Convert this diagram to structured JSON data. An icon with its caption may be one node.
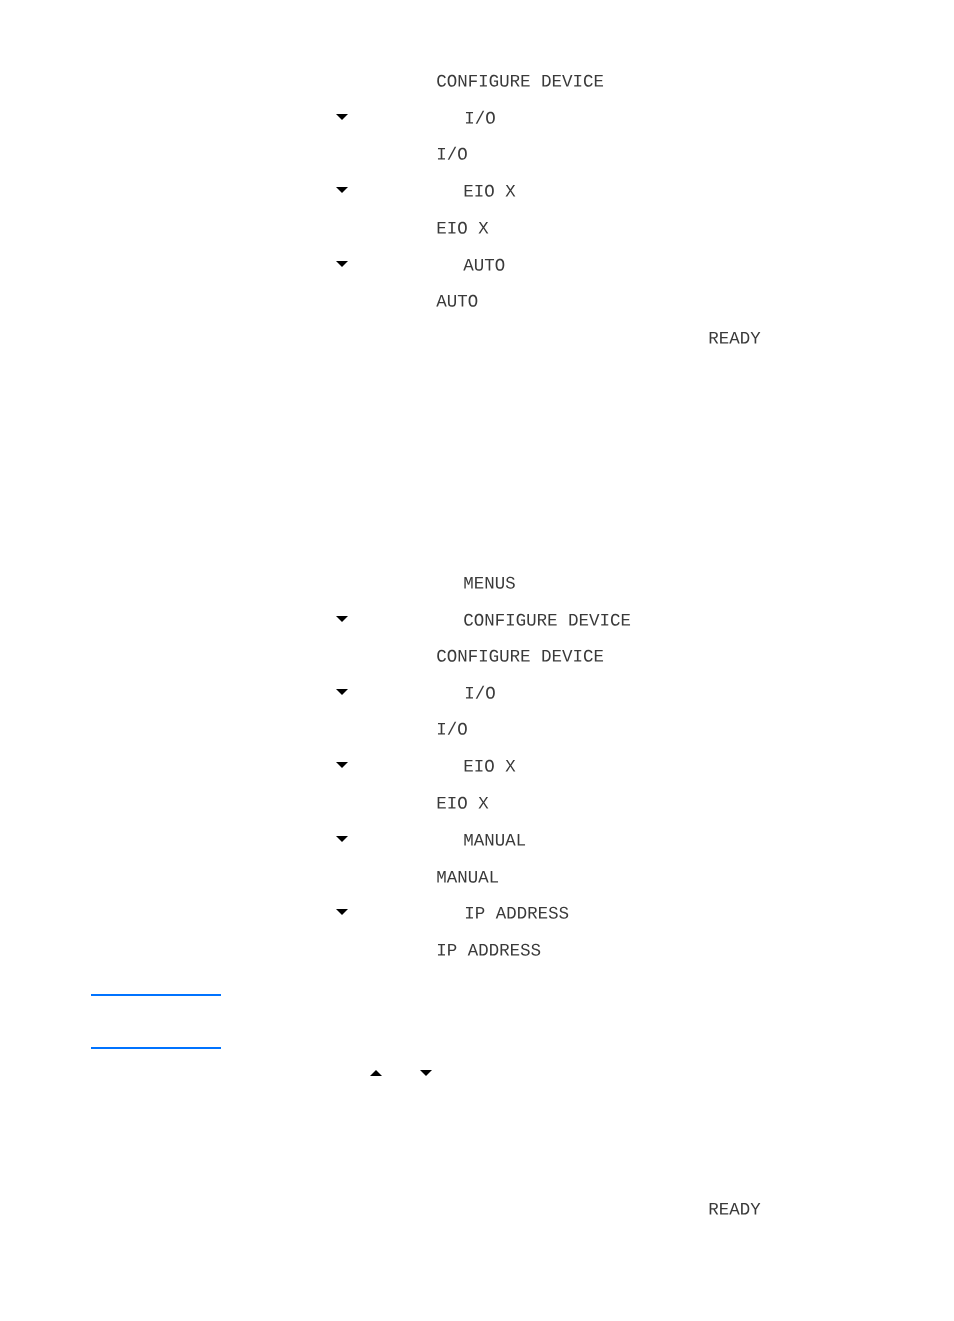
{
  "diagram": {
    "labels": [
      "CONFIGURE DEVICE",
      "I/O",
      "I/O",
      "EIO X",
      "EIO X",
      "AUTO",
      "AUTO",
      "READY",
      "MENUS",
      "CONFIGURE DEVICE",
      "CONFIGURE DEVICE",
      "I/O",
      "I/O",
      "EIO X",
      "EIO X",
      "MANUAL",
      "MANUAL",
      "IP ADDRESS",
      "IP ADDRESS",
      "READY"
    ]
  }
}
